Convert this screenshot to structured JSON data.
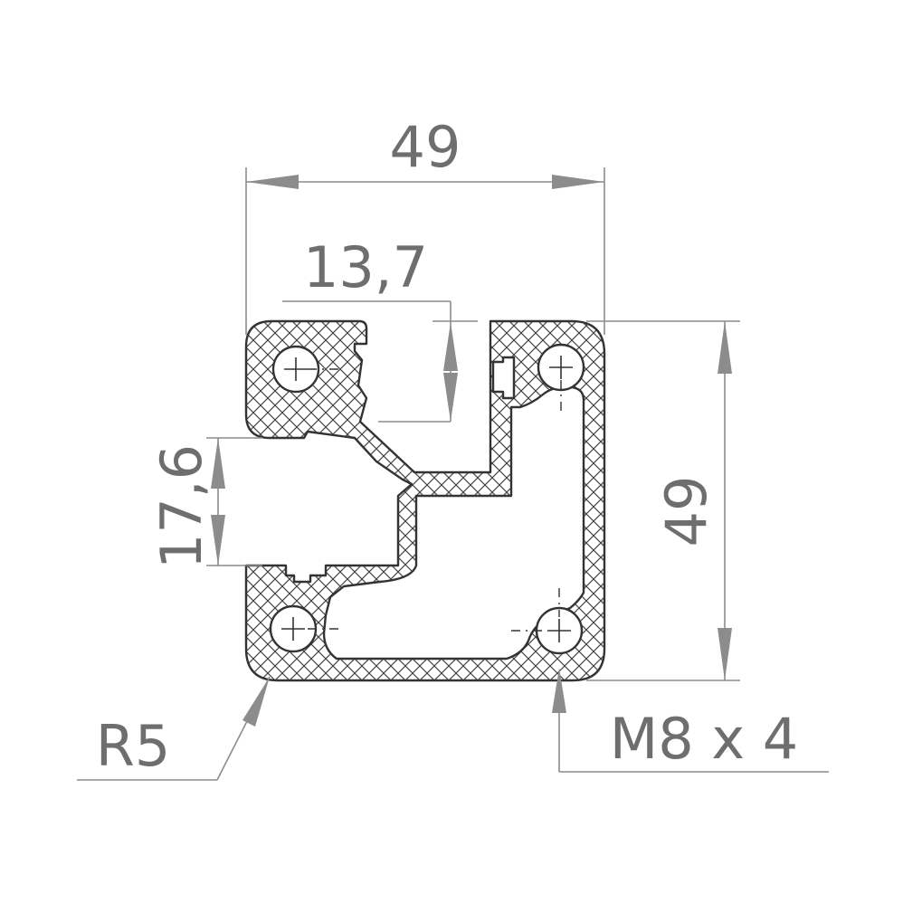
{
  "dimensions": {
    "top_width": "49",
    "slot_width": "13,7",
    "side_height": "49",
    "slot_opening": "17,6",
    "corner_radius": "R5",
    "thread": "M8 x 4"
  },
  "colors": {
    "dimension": "#8c8c8c",
    "text": "#6e6e6e",
    "profile_outline": "#333333"
  }
}
